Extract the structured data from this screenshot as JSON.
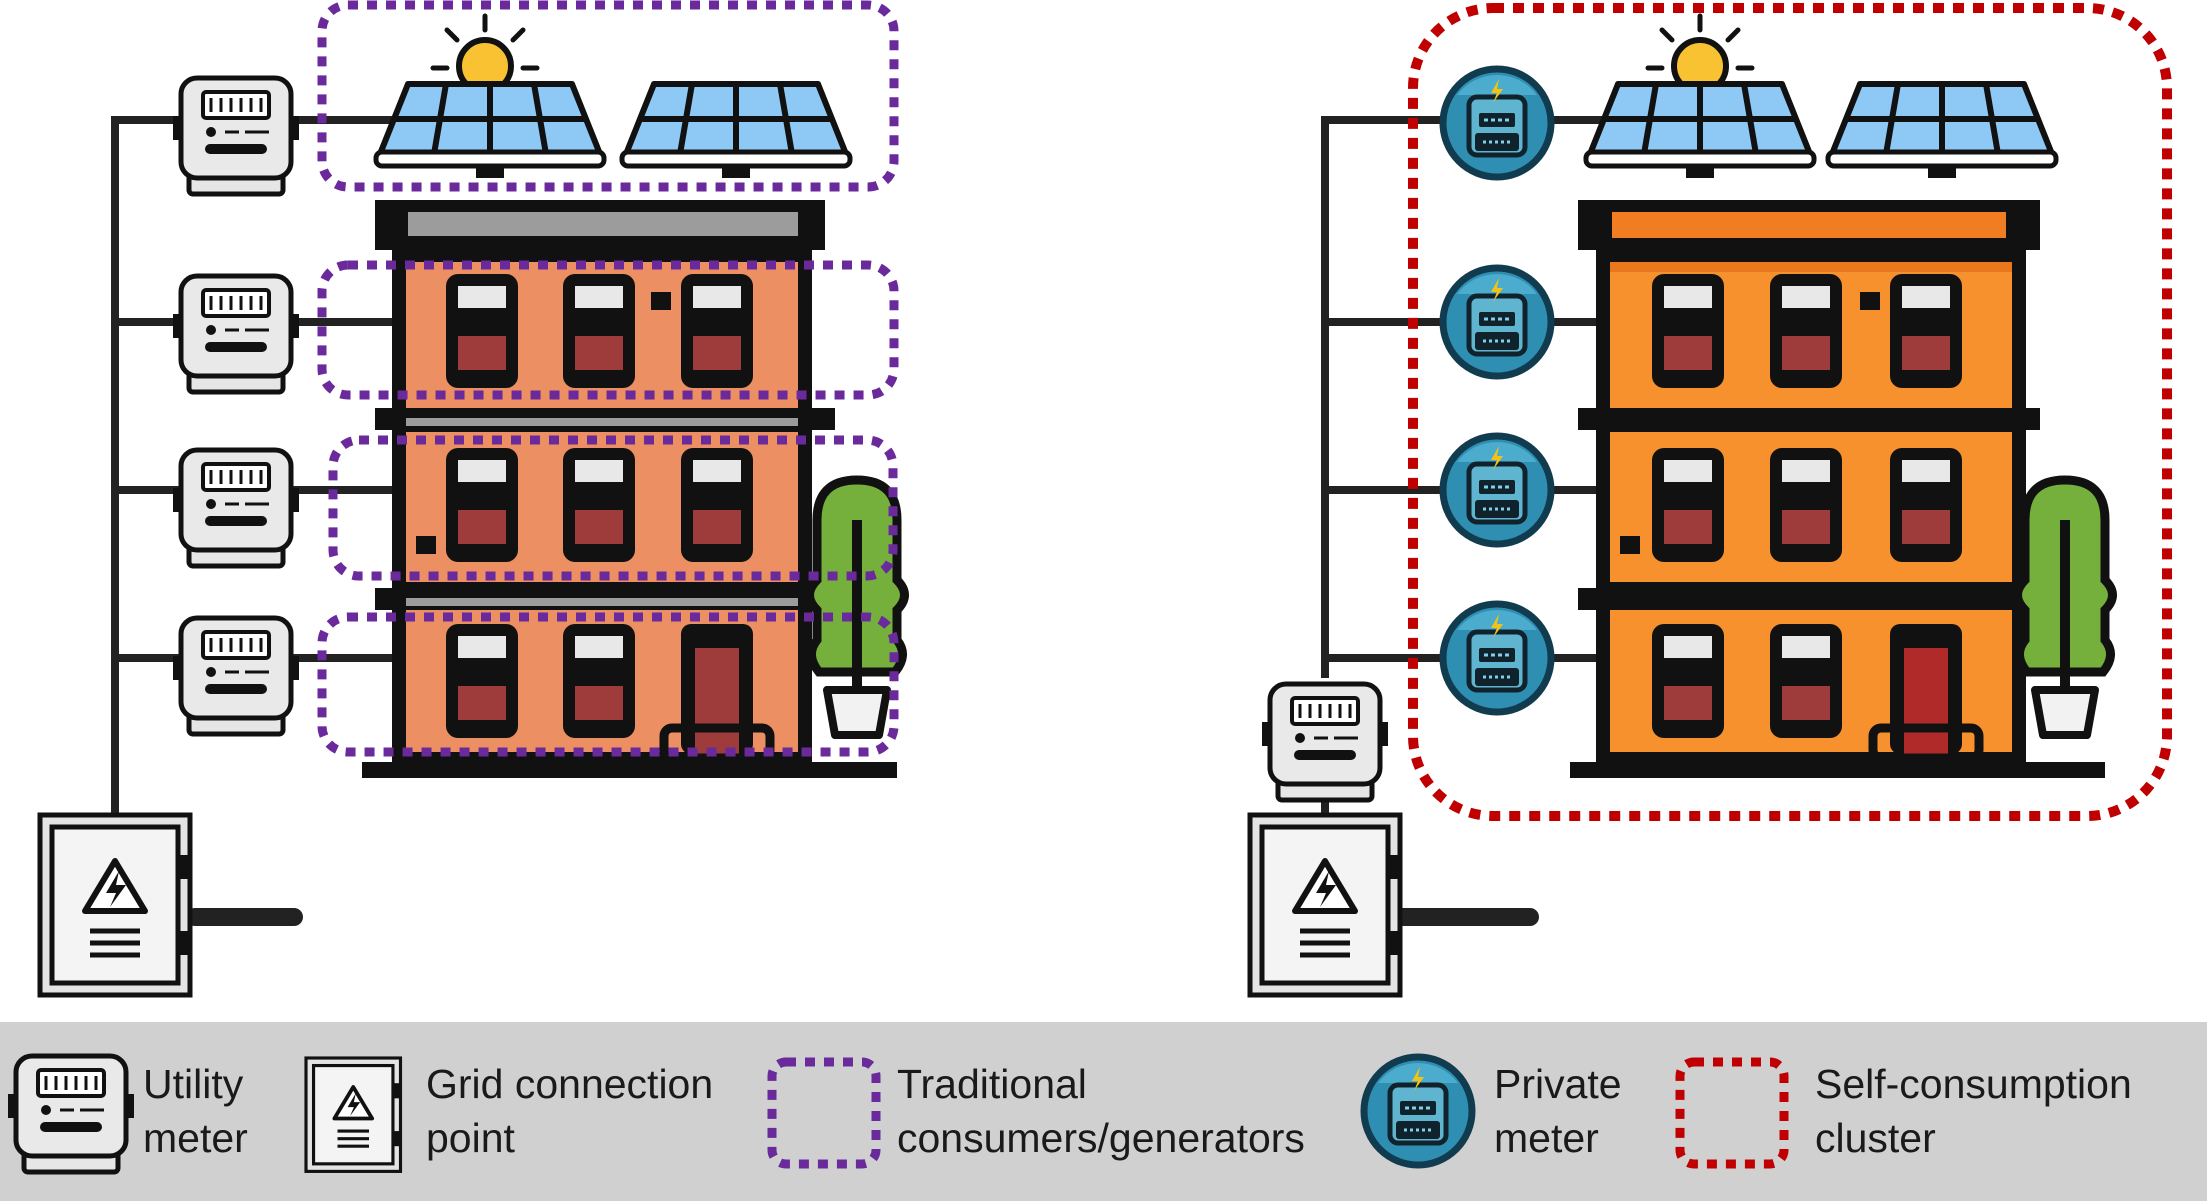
{
  "legend": {
    "items": [
      {
        "line1": "Utility",
        "line2": "meter",
        "icon": "utility-meter-icon"
      },
      {
        "line1": "Grid connection",
        "line2": "point",
        "icon": "grid-connection-icon"
      },
      {
        "line1": "Traditional",
        "line2": "consumers/generators",
        "icon": "dotted-purple-box-icon"
      },
      {
        "line1": "Private",
        "line2": "meter",
        "icon": "private-meter-icon"
      },
      {
        "line1": "Self-consumption",
        "line2": "cluster",
        "icon": "dotted-red-box-icon"
      }
    ]
  },
  "colors": {
    "traditional_border": "#6a2a9c",
    "cluster_border": "#c00000",
    "legend_bg": "#d0d0d0",
    "building_left": "#ec8f63",
    "building_right": "#f7912e",
    "private_meter": "#3aa7cc",
    "solar_panel": "#8ec9f5"
  }
}
